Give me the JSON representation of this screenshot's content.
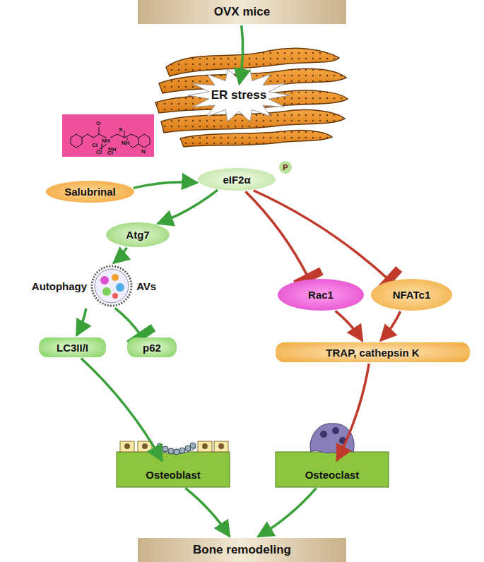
{
  "diagram": {
    "nodes": [
      {
        "text": [
          "OVX mice"
        ]
      },
      {
        "text": [
          "ER stress"
        ]
      },
      {
        "text": [
          "Salubrinal"
        ]
      },
      {
        "text": [
          "eIF2α"
        ]
      },
      {
        "text": [
          "Atg7"
        ]
      },
      {
        "text": [
          "Autophagy",
          "AVs"
        ]
      },
      {
        "text": [
          "Rac1"
        ]
      },
      {
        "text": [
          "NFATc1"
        ]
      },
      {
        "text": [
          "LC3II/I"
        ]
      },
      {
        "text": [
          "p62"
        ]
      },
      {
        "text": [
          "TRAP, cathepsin K"
        ]
      },
      {
        "text": [
          "Osteoblast"
        ]
      },
      {
        "text": [
          "Osteoclast"
        ]
      },
      {
        "text": [
          "Bone remodeling"
        ]
      }
    ],
    "edges": [
      {
        "from": 0,
        "to": 1,
        "arrow": "to"
      },
      {
        "from": 2,
        "to": 3,
        "arrow": "to"
      },
      {
        "from": 3,
        "to": 4,
        "arrow": "to"
      },
      {
        "from": 4,
        "to": 5,
        "arrow": "to"
      },
      {
        "from": 3,
        "to": 6,
        "arrow": "to"
      },
      {
        "from": 3,
        "to": 7,
        "arrow": "to"
      },
      {
        "from": 5,
        "to": 8,
        "arrow": "to"
      },
      {
        "from": 5,
        "to": 9,
        "arrow": "to"
      },
      {
        "from": 8,
        "to": 11,
        "arrow": "to"
      },
      {
        "from": 6,
        "to": 10,
        "arrow": "to"
      },
      {
        "from": 7,
        "to": 10,
        "arrow": "to"
      },
      {
        "from": 10,
        "to": 12,
        "arrow": "to"
      },
      {
        "from": 11,
        "to": 13,
        "arrow": "to"
      },
      {
        "from": 12,
        "to": 13,
        "arrow": "to"
      }
    ],
    "labels": [
      "O",
      "NH",
      "NH",
      "S",
      "Cl",
      "Cl",
      "Cl",
      "NH",
      "N",
      "P"
    ]
  }
}
